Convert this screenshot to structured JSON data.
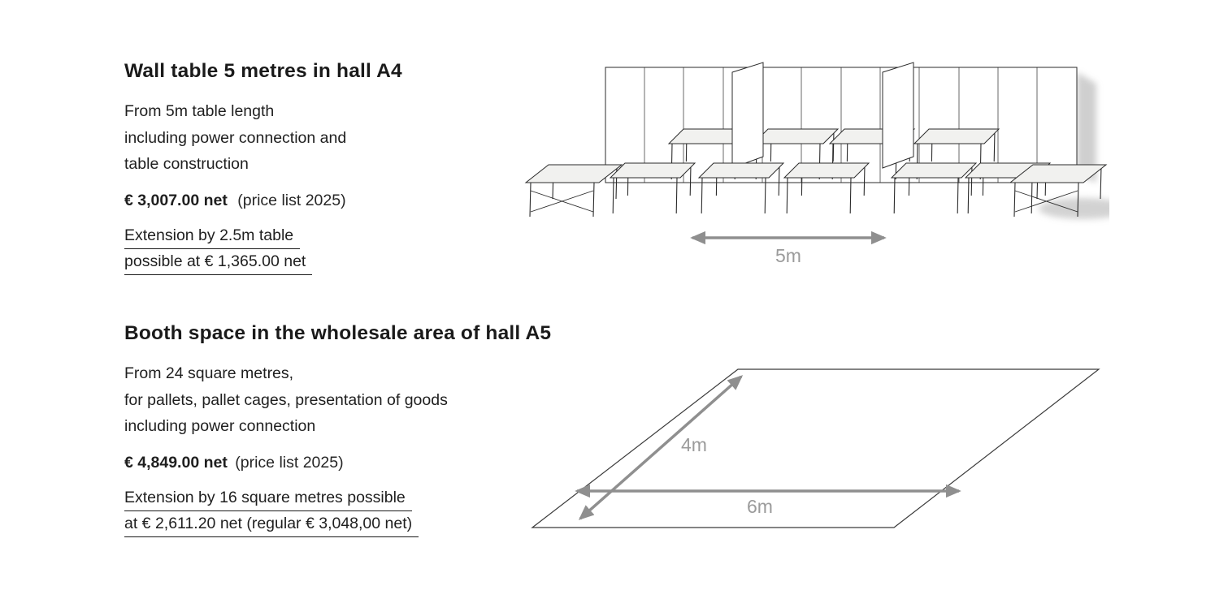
{
  "colors": {
    "text": "#1a1a1a",
    "dimension_gray": "#9b9b9b",
    "arrow_gray": "#8f8f8f",
    "table_fill": "#f1f1ef"
  },
  "sections": [
    {
      "title": "Wall table 5 metres in hall A4",
      "description": [
        "From 5m table length",
        "including power connection and",
        "table construction"
      ],
      "price": "€ 3,007.00 net",
      "price_note": "(price list 2025)",
      "extension": [
        "Extension by 2.5m table",
        "possible at € 1,365.00 net"
      ],
      "dimension_label": "5m"
    },
    {
      "title": "Booth space in the wholesale area of hall A5",
      "description": [
        "From 24 square metres,",
        "for pallets, pallet cages, presentation of goods",
        "including power connection"
      ],
      "price": "€ 4,849.00 net",
      "price_note": "(price list 2025)",
      "extension": [
        "Extension by 16 square metres possible",
        "at € 2,611.20 net (regular € 3,048,00 net)"
      ],
      "dimension_depth": "4m",
      "dimension_width": "6m"
    }
  ]
}
